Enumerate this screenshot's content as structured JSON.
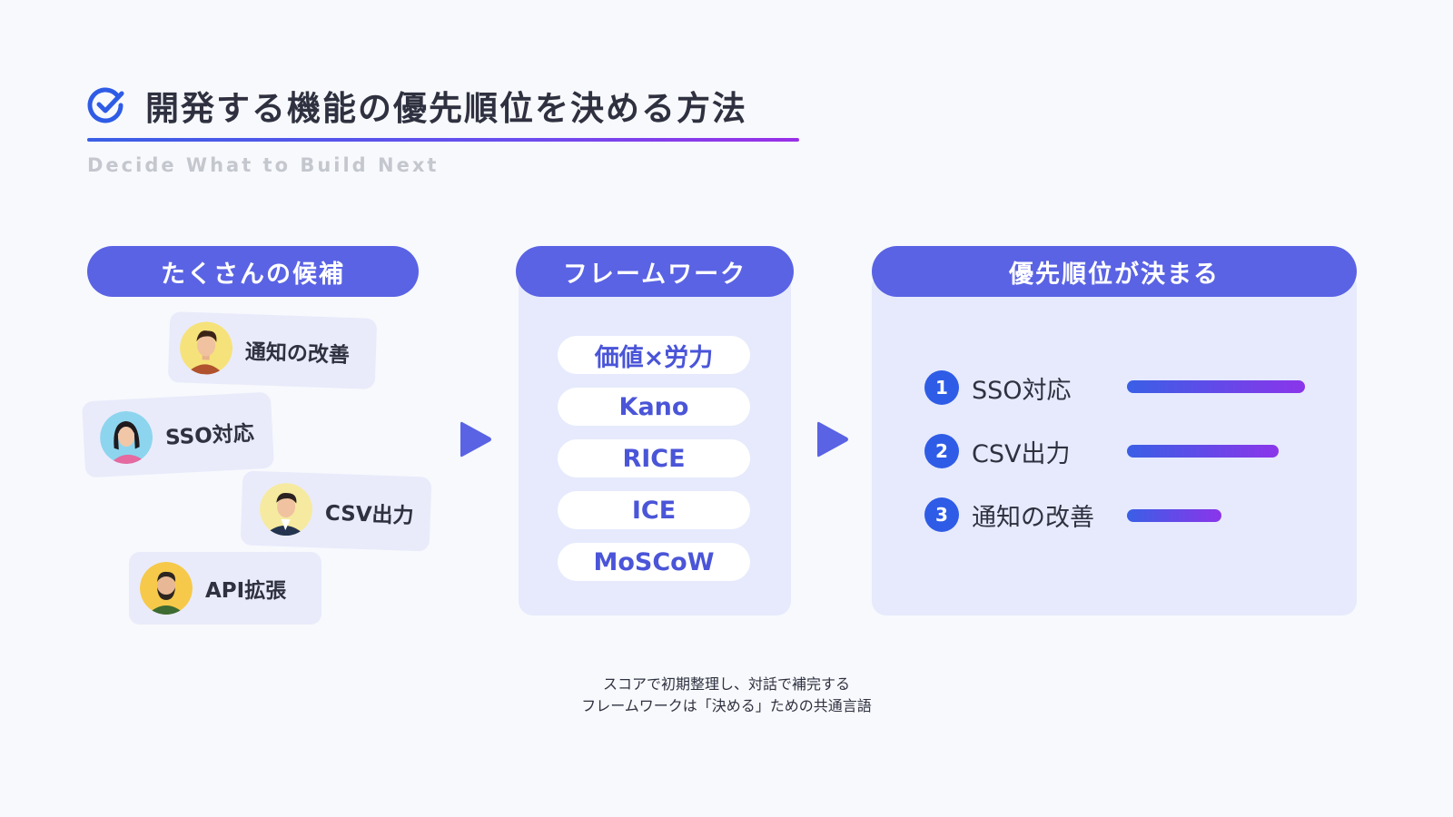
{
  "header": {
    "title": "開発する機能の優先順位を決める方法",
    "subtitle": "Decide What to Build Next"
  },
  "columns": {
    "candidates": {
      "label": "たくさんの候補",
      "items": [
        "通知の改善",
        "SSO対応",
        "CSV出力",
        "API拡張"
      ]
    },
    "framework": {
      "label": "フレームワーク",
      "items": [
        "価値×労力",
        "Kano",
        "RICE",
        "ICE",
        "MoSCoW"
      ]
    },
    "result": {
      "label": "優先順位が決まる",
      "ranks": [
        {
          "num": "1",
          "label": "SSO対応",
          "level": 1.0
        },
        {
          "num": "2",
          "label": "CSV出力",
          "level": 0.85
        },
        {
          "num": "3",
          "label": "通知の改善",
          "level": 0.53
        }
      ]
    }
  },
  "caption": {
    "line1": "スコアで初期整理し、対話で補完する",
    "line2": "フレームワークは「決める」ための共通言語"
  },
  "colors": {
    "accent": "#5a63e4",
    "rank_badge": "#2f5ce6",
    "gradient_start": "#3a5fe6",
    "gradient_end": "#9a2fe8"
  }
}
